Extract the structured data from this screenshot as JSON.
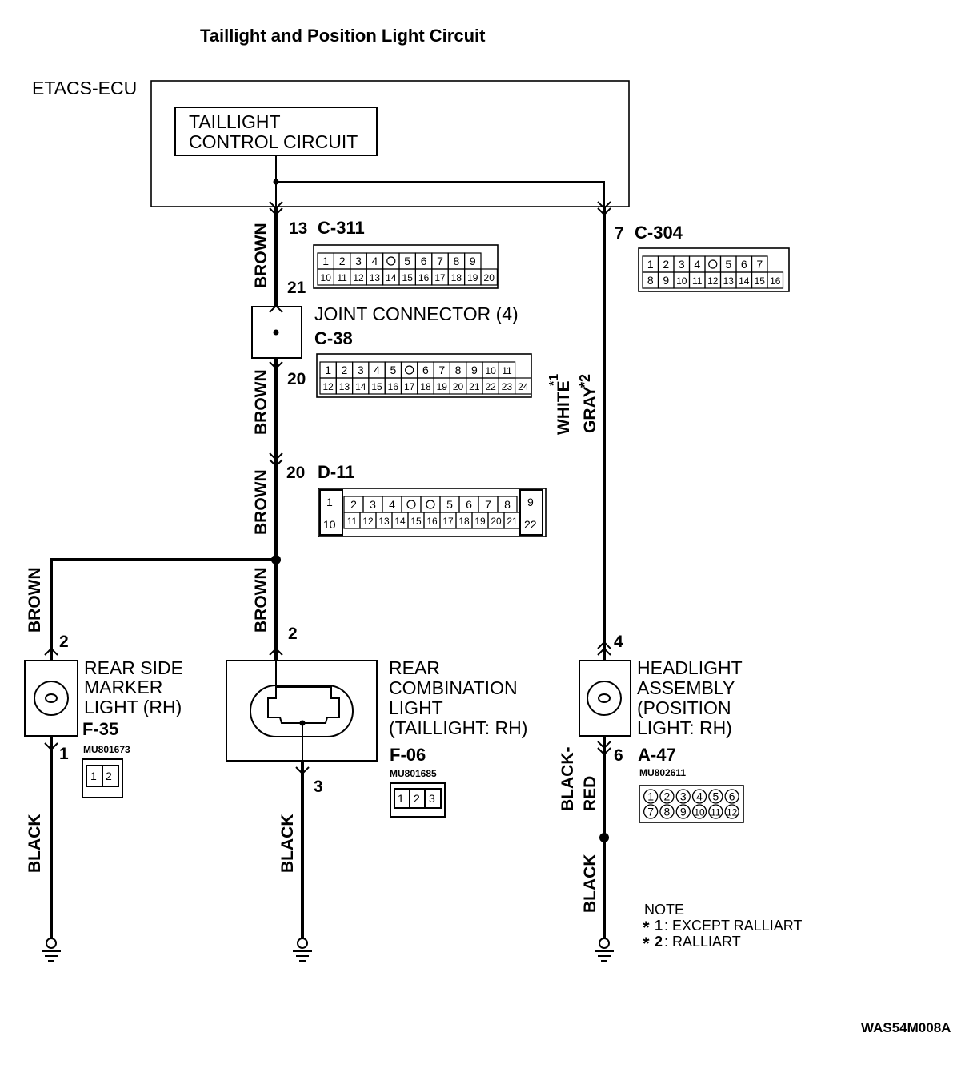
{
  "title": "Taillight and Position Light Circuit",
  "ecu": {
    "label": "ETACS-ECU",
    "circuit_line1": "TAILLIGHT",
    "circuit_line2": "CONTROL CIRCUIT"
  },
  "connectors": {
    "c311": {
      "id": "C-311",
      "pin": "13",
      "row1": [
        "1",
        "2",
        "3",
        "4",
        "",
        "5",
        "6",
        "7",
        "8",
        "9"
      ],
      "row2": [
        "10",
        "11",
        "12",
        "13",
        "14",
        "15",
        "16",
        "17",
        "18",
        "19",
        "20"
      ]
    },
    "c304": {
      "id": "C-304",
      "pin": "7",
      "row1": [
        "1",
        "2",
        "3",
        "4",
        "",
        "5",
        "6",
        "7"
      ],
      "row2": [
        "8",
        "9",
        "10",
        "11",
        "12",
        "13",
        "14",
        "15",
        "16"
      ]
    },
    "c38": {
      "name": "JOINT CONNECTOR (4)",
      "id": "C-38",
      "pin_top": "21",
      "pin_bottom": "20",
      "row1": [
        "1",
        "2",
        "3",
        "4",
        "5",
        "",
        "6",
        "7",
        "8",
        "9",
        "10",
        "11"
      ],
      "row2": [
        "12",
        "13",
        "14",
        "15",
        "16",
        "17",
        "18",
        "19",
        "20",
        "21",
        "22",
        "23",
        "24"
      ]
    },
    "d11": {
      "id": "D-11",
      "pin": "20",
      "left_top": "1",
      "left_bottom": "10",
      "right_top": "9",
      "right_bottom": "22",
      "row1": [
        "2",
        "3",
        "4",
        "",
        "",
        "5",
        "6",
        "7",
        "8"
      ],
      "row2": [
        "11",
        "12",
        "13",
        "14",
        "15",
        "16",
        "17",
        "18",
        "19",
        "20",
        "21"
      ]
    },
    "f35": {
      "id": "F-35",
      "part": "MU801673",
      "pins": [
        "1",
        "2"
      ]
    },
    "f06": {
      "id": "F-06",
      "part": "MU801685",
      "pins": [
        "1",
        "2",
        "3"
      ]
    },
    "a47": {
      "id": "A-47",
      "part": "MU802611",
      "row1": [
        "1",
        "2",
        "3",
        "4",
        "5",
        "6"
      ],
      "row2": [
        "7",
        "8",
        "9",
        "10",
        "11",
        "12"
      ]
    }
  },
  "components": {
    "rear_side_marker": {
      "line1": "REAR SIDE",
      "line2": "MARKER",
      "line3": "LIGHT (RH)",
      "pin_in": "2",
      "pin_out": "1"
    },
    "rear_combination": {
      "line1": "REAR",
      "line2": "COMBINATION",
      "line3": "LIGHT",
      "line4": "(TAILLIGHT: RH)",
      "pin_in": "2",
      "pin_out": "3"
    },
    "headlight": {
      "line1": "HEADLIGHT",
      "line2": "ASSEMBLY",
      "line3": "(POSITION",
      "line4": " LIGHT: RH)",
      "pin_in": "4",
      "pin_out": "6"
    }
  },
  "wires": {
    "brown": "BROWN",
    "black": "BLACK",
    "white": "WHITE",
    "gray": "GRAY",
    "sup1": "*1",
    "sup2": "*2",
    "black_red_1": "BLACK-",
    "black_red_2": "RED"
  },
  "note": {
    "heading": "NOTE",
    "star": "*",
    "line1_num": "1",
    "line1_text": ": EXCEPT RALLIART",
    "line2_num": "2",
    "line2_text": ": RALLIART"
  },
  "diagram_code": "WAS54M008A"
}
